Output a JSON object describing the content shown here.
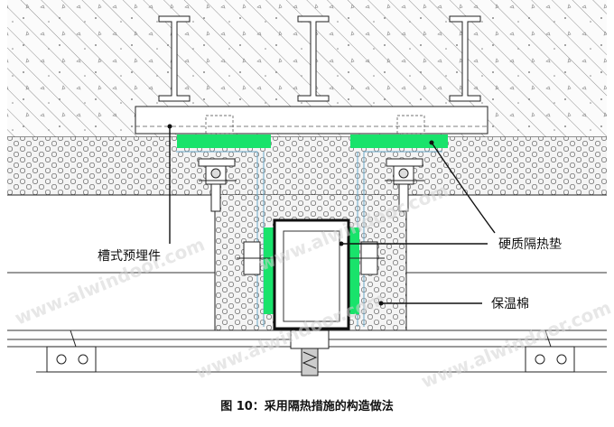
{
  "labels": {
    "embedded_channel": "槽式预埋件",
    "rigid_insulation_pad": "硬质隔热垫",
    "insulation_wool": "保温棉"
  },
  "caption": "图 10：采用隔热措施的构造做法",
  "watermark": "www.alwindoor.com",
  "colors": {
    "insulation_pad": "#19e36b",
    "line": "#222222",
    "insulation_fill": "#f2f2f2",
    "concrete_fill": "#f7f7f7"
  }
}
